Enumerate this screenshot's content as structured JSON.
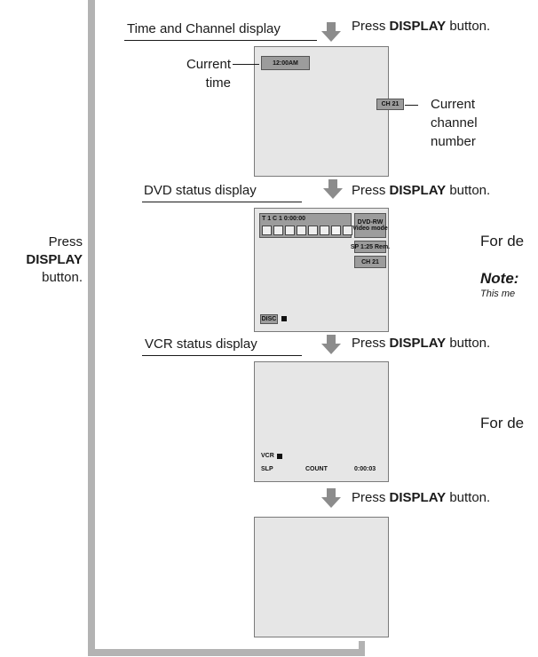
{
  "loop": {
    "label_line1": "Press",
    "label_line2": "DISPLAY",
    "label_line3": "button."
  },
  "sections": {
    "time_channel": {
      "title": "Time and Channel display",
      "press_prefix": "Press ",
      "press_bold": "DISPLAY",
      "press_suffix": " button.",
      "screen_time": "12:00AM",
      "screen_channel": "CH 21",
      "callout_time_line1": "Current",
      "callout_time_line2": "time",
      "callout_channel_line1": "Current",
      "callout_channel_line2": "channel",
      "callout_channel_line3": "number"
    },
    "dvd_status": {
      "title": "DVD status display",
      "press_prefix": "Press ",
      "press_bold": "DISPLAY",
      "press_suffix": " button.",
      "status_row": "T  1   C  1     0:00:00",
      "disc_type": "DVD-RW",
      "disc_mode": "Video mode",
      "rec_remain": "SP 1:25 Rem.",
      "channel": "CH 21",
      "disc_label": "DISC",
      "side_text": "For de",
      "note_label": "Note:",
      "note_text": "This me"
    },
    "vcr_status": {
      "title": "VCR status display",
      "press_prefix": "Press ",
      "press_bold": "DISPLAY",
      "press_suffix": " button.",
      "vcr_label": "VCR",
      "speed": "SLP",
      "count_label": "COUNT",
      "counter": "0:00:03",
      "side_text": "For de"
    },
    "blank": {
      "press_prefix": "Press ",
      "press_bold": "DISPLAY",
      "press_suffix": " button."
    }
  }
}
